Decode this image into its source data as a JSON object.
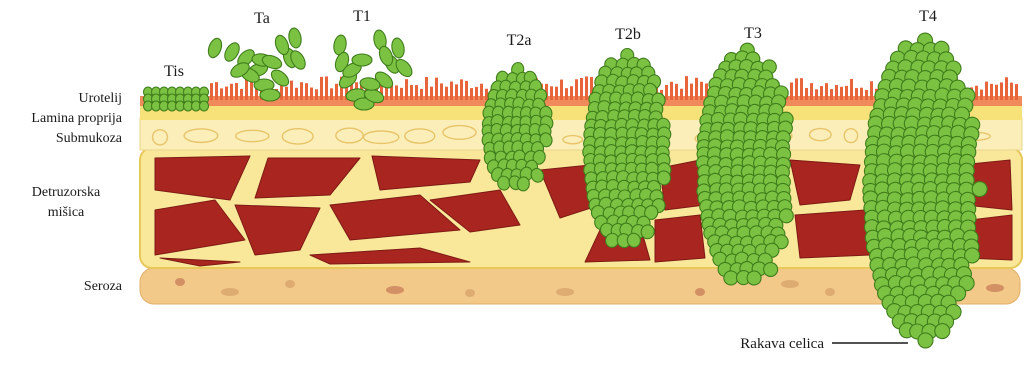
{
  "layers": {
    "urotelij": "Urotelij",
    "lamina_propria": "Lamina proprija",
    "submukoza": "Submukoza",
    "detruzor_line1": "Detruzorska",
    "detruzor_line2": "mišica",
    "seroza": "Seroza"
  },
  "stages": {
    "tis": "Tis",
    "ta": "Ta",
    "t1": "T1",
    "t2a": "T2a",
    "t2b": "T2b",
    "t3": "T3",
    "t4": "T4"
  },
  "callout": "Rakava celica",
  "colors": {
    "urothelium": "#e8643a",
    "lamina": "#f7e27a",
    "submucosa": "#fbeeb8",
    "muscle_bg": "#f9e79a",
    "muscle": "#a8261f",
    "serosa": "#f3c98a",
    "tumor": "#7cc242",
    "tumor_stroke": "#3f7d1c"
  }
}
